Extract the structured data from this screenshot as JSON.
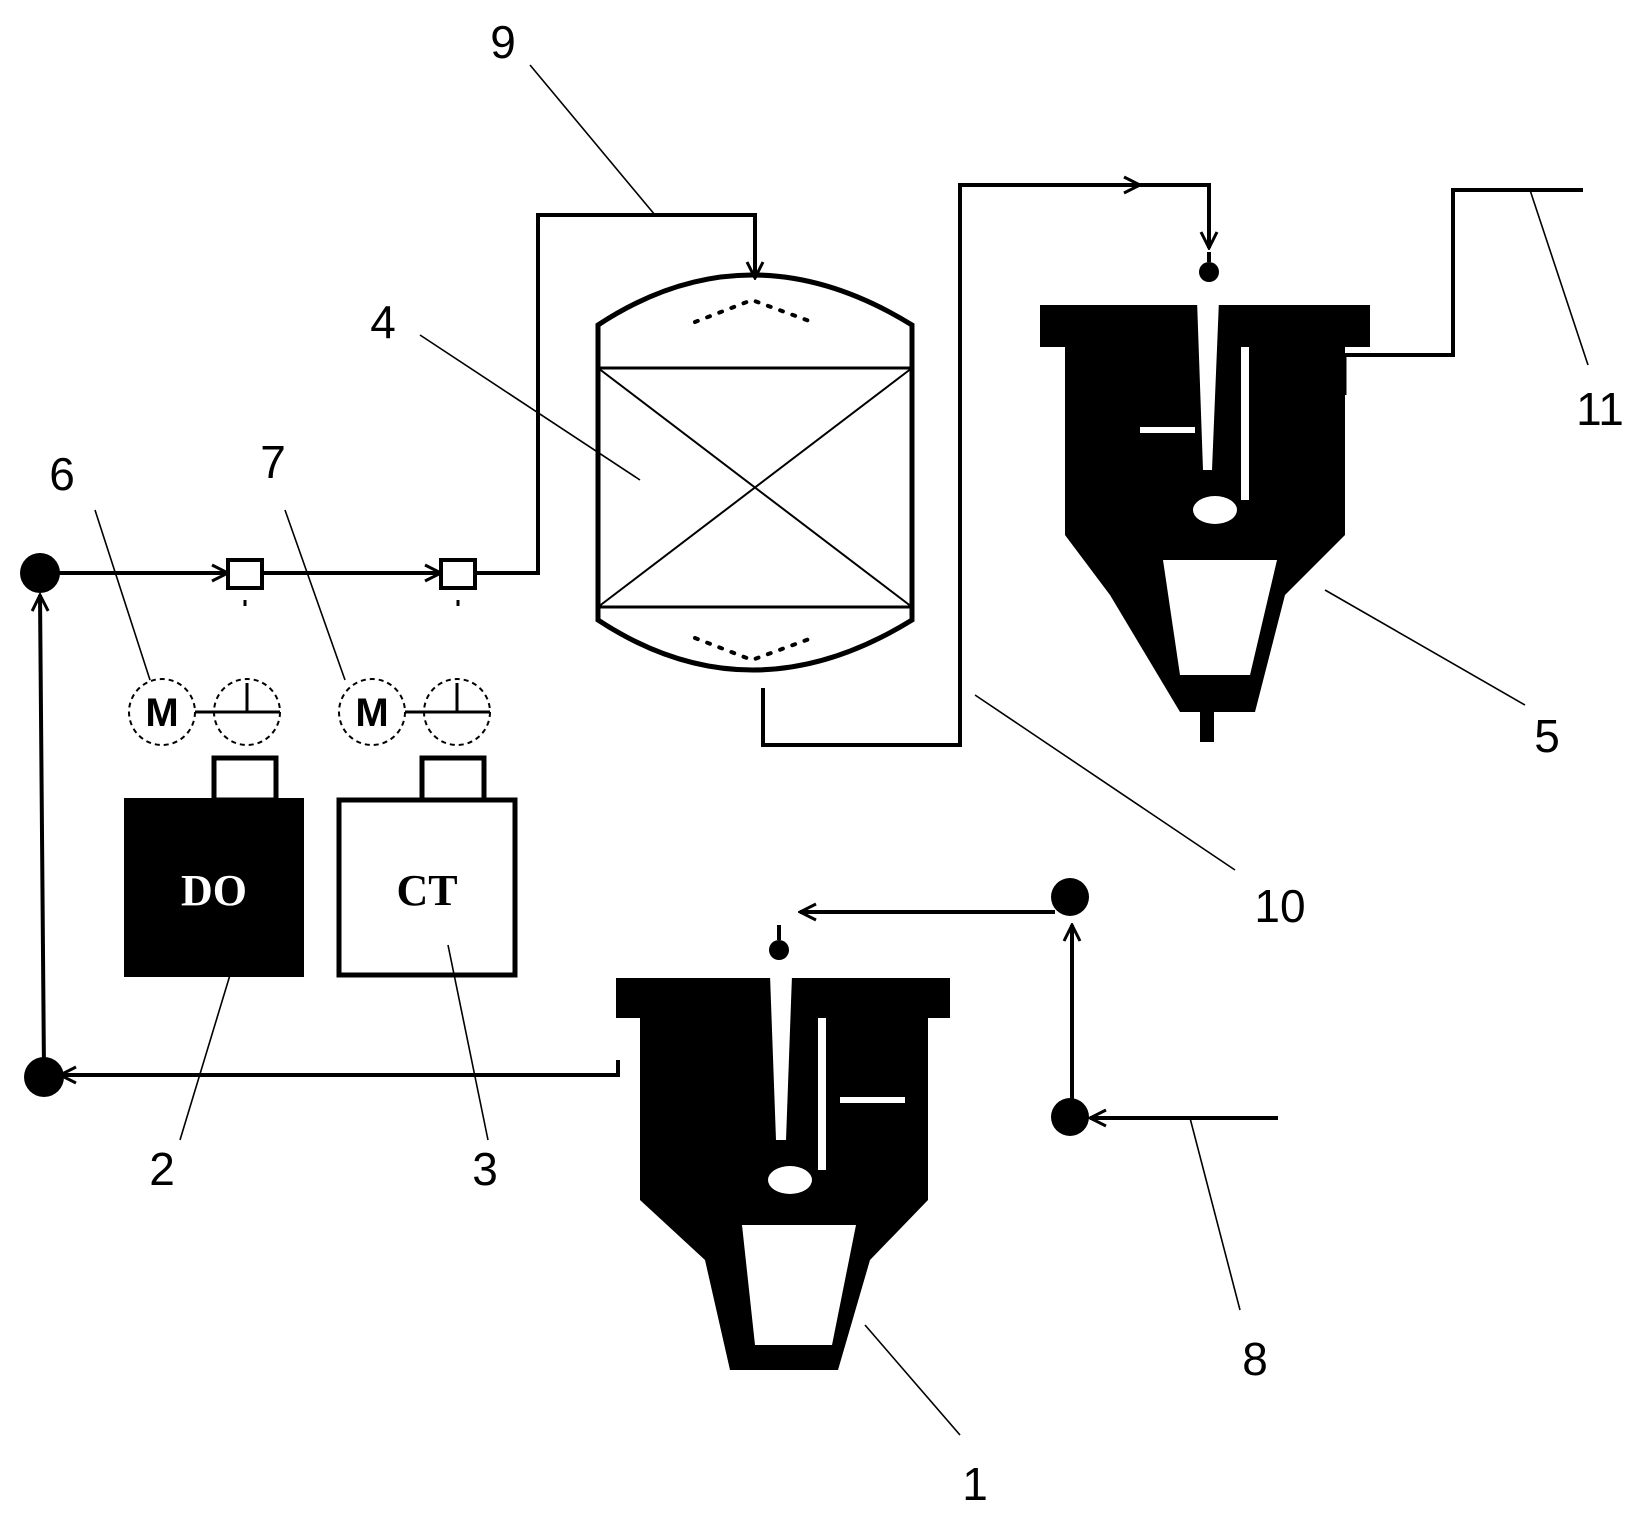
{
  "equipment": {
    "do_tank_label": "DO",
    "ct_tank_label": "CT",
    "motor_label": "M"
  },
  "callouts": {
    "n1": "1",
    "n2": "2",
    "n3": "3",
    "n4": "4",
    "n5": "5",
    "n6": "6",
    "n7": "7",
    "n8": "8",
    "n9": "9",
    "n10": "10",
    "n11": "11"
  }
}
